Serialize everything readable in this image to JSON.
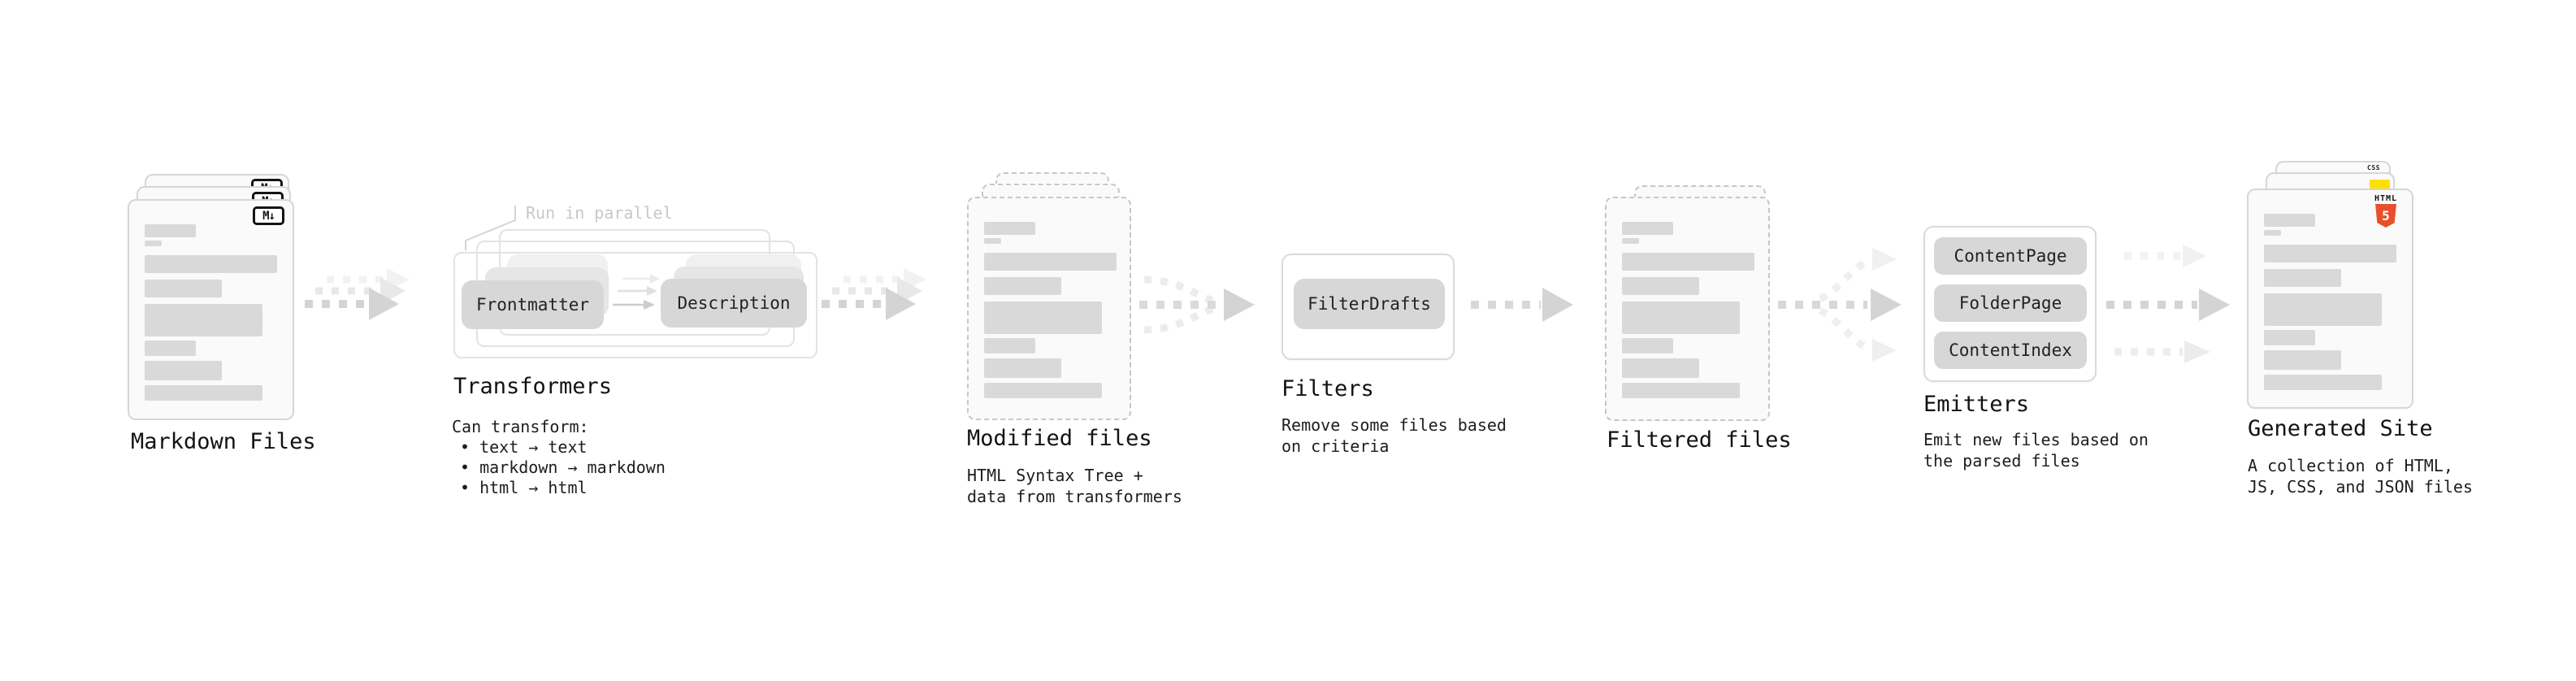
{
  "diagram": {
    "markdown_files": {
      "title": "Markdown Files",
      "icon": "M↓"
    },
    "transformers": {
      "note": "Run in parallel",
      "pill_frontmatter": "Frontmatter",
      "pill_description": "Description",
      "title": "Transformers",
      "desc_heading": "Can transform:",
      "bullets": [
        "• text → text",
        "• markdown → markdown",
        "• html → html"
      ]
    },
    "modified_files": {
      "title": "Modified files",
      "desc": "HTML Syntax Tree +\ndata from transformers"
    },
    "filters": {
      "title": "Filters",
      "pill": "FilterDrafts",
      "desc": "Remove some files based\non criteria"
    },
    "filtered_files": {
      "title": "Filtered files"
    },
    "emitters": {
      "title": "Emitters",
      "pills": [
        "ContentPage",
        "FolderPage",
        "ContentIndex"
      ],
      "desc": "Emit new files based on\nthe parsed files"
    },
    "generated_site": {
      "title": "Generated Site",
      "desc": "A collection of HTML,\nJS, CSS, and JSON files",
      "html5_label": "HTML",
      "html5_number": "5",
      "css_label": "CSS"
    }
  },
  "colors": {
    "html5_orange": "#e8502b",
    "js_yellow": "#ffdf00",
    "css_blue": "#2f6fe0"
  }
}
